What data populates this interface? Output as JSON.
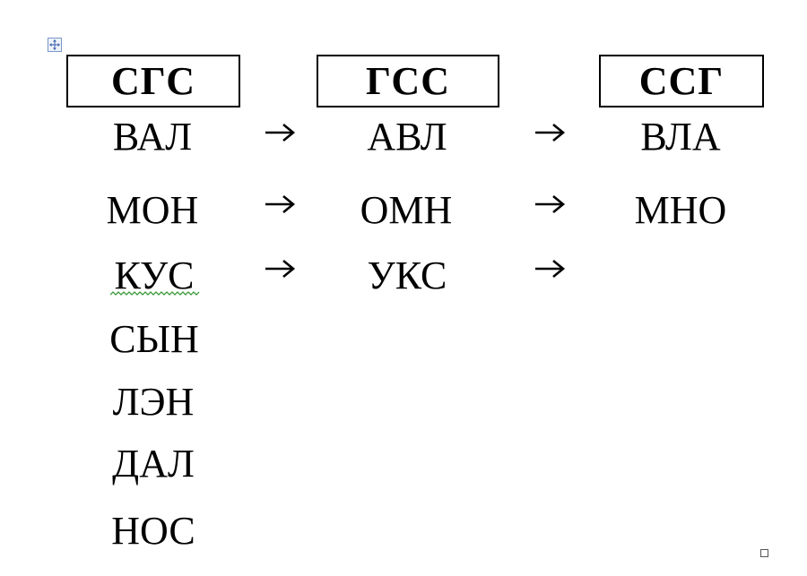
{
  "table": {
    "headers": [
      "СГС",
      "ГСС",
      "ССГ"
    ],
    "rows": [
      [
        "ВАЛ",
        "АВЛ",
        "ВЛА"
      ],
      [
        "МОН",
        "ОМН",
        "МНО"
      ],
      [
        "КУС",
        "УКС",
        ""
      ],
      [
        "СЫН",
        "",
        ""
      ],
      [
        "ЛЭН",
        "",
        ""
      ],
      [
        "ДАЛ",
        "",
        ""
      ],
      [
        "НОС",
        "",
        ""
      ]
    ]
  },
  "icons": {
    "move_handle": "move-arrows-icon",
    "arrow": "right-arrow-icon",
    "resize_handle": "resize-square-icon",
    "spell_underline": "spell-check-squiggle"
  },
  "colors": {
    "text": "#000000",
    "handle_border": "#7a96c8",
    "spell_squiggle": "#3a9a3a"
  }
}
